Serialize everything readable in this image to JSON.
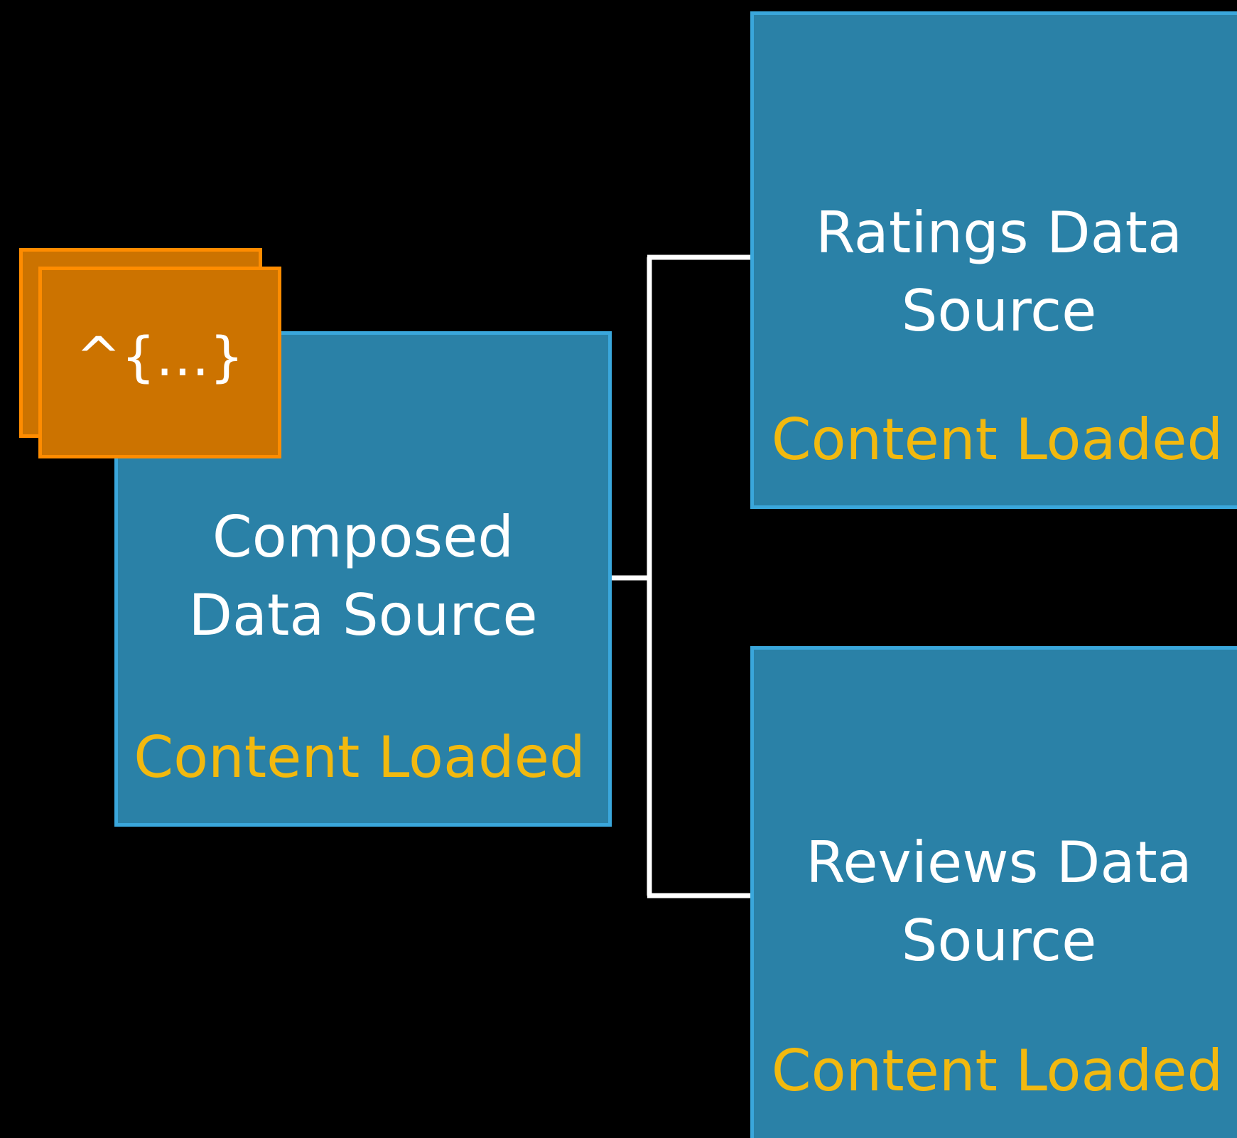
{
  "colors": {
    "background": "#000000",
    "box_fill": "#2a81a7",
    "box_border": "#3aa7dc",
    "status_text": "#f2b90f",
    "title_text": "#ffffff",
    "block_fill": "#cc7300",
    "block_border": "#ff8c00",
    "connector": "#ffffff"
  },
  "block": {
    "label": "^{…}",
    "icon": "block-stack-icon"
  },
  "composed": {
    "title": "Composed\nData Source",
    "status": "Content Loaded"
  },
  "ratings": {
    "title": "Ratings Data\nSource",
    "status": "Content Loaded"
  },
  "reviews": {
    "title": "Reviews Data\nSource",
    "status": "Content Loaded"
  }
}
